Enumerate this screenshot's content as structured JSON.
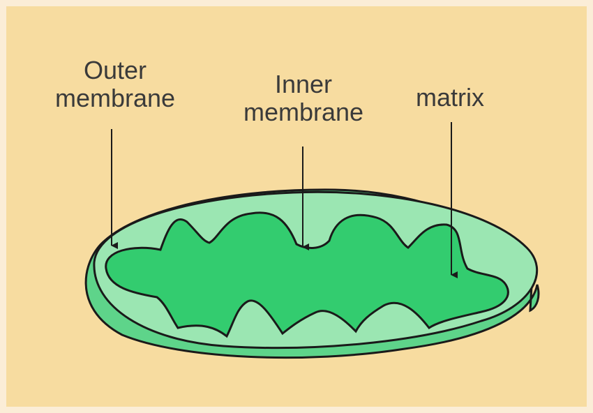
{
  "labels": {
    "outer_membrane": {
      "line1": "Outer",
      "line2": "membrane"
    },
    "inner_membrane": {
      "line1": "Inner",
      "line2": "membrane"
    },
    "matrix": "matrix"
  },
  "colors": {
    "page_border": "#fbedd7",
    "panel_background": "#f7dca0",
    "outer_membrane_fill": "#5ed48a",
    "intermembrane_space_fill": "#9be6b2",
    "matrix_fill": "#33cc6f",
    "outline": "#1a1a1a",
    "text": "#3a3a3a"
  }
}
